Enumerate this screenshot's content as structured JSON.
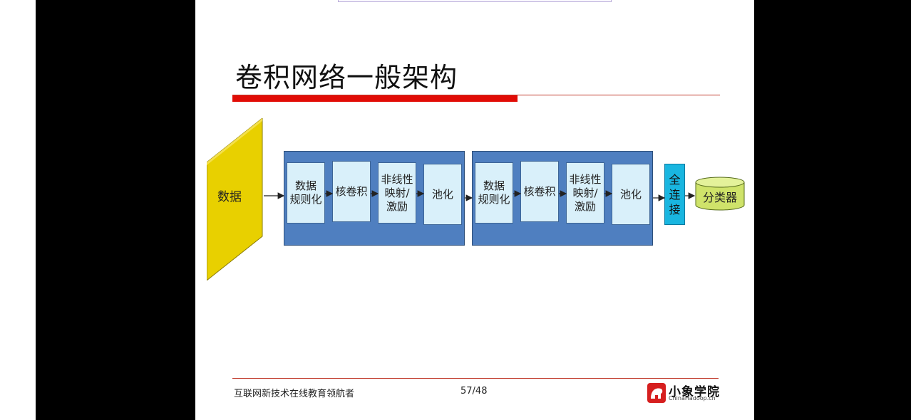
{
  "slide": {
    "title": "卷积网络一般架构",
    "footer_text": "互联网新技术在线教育领航者",
    "page_number": "57/48",
    "logo_text": "小象学院",
    "logo_subtext": "ChinaHadoop.cn"
  },
  "diagram": {
    "input_label": "数据",
    "groups": [
      {
        "cells": [
          "数据\n规则化",
          "核卷积",
          "非线性\n映射/\n激励",
          "池化"
        ]
      },
      {
        "cells": [
          "数据\n规则化",
          "核卷积",
          "非线性\n映射/\n激励",
          "池化"
        ]
      }
    ],
    "fully_connected_label": "全\n连\n接",
    "classifier_label": "分类器"
  },
  "colors": {
    "accent_red": "#e10c06",
    "group_blue": "#4f7fc0",
    "cell_fill": "#d9f0fa",
    "fc_cyan": "#19b6e0",
    "data_yellow": "#e8d000",
    "classifier_fill": "#cfe36a"
  }
}
